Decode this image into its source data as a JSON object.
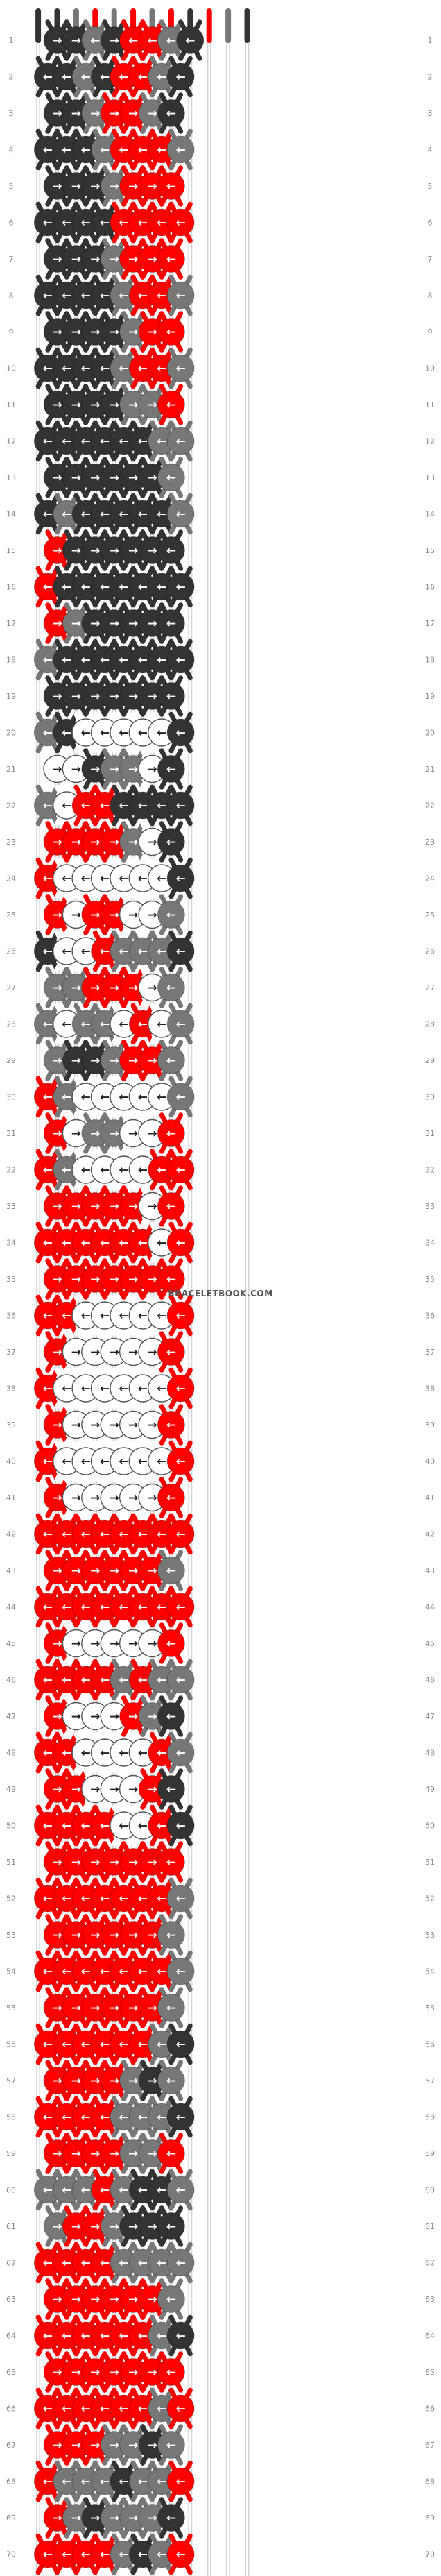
{
  "colors": {
    "a": "#333333",
    "b": "#777777",
    "c": "#ff0000",
    "d": "#ffffff"
  },
  "strings_top": "aabcbcbcacba",
  "row_labels": [
    "1",
    "2",
    "3",
    "4",
    "5",
    "6",
    "7",
    "8",
    "9",
    "10",
    "11",
    "12",
    "13",
    "14",
    "15",
    "16",
    "17",
    "18",
    "19",
    "20",
    "21",
    "22",
    "23",
    "24",
    "25",
    "26",
    "27",
    "28",
    "29",
    "30",
    "31",
    "32",
    "33",
    "34",
    "35",
    "36",
    "37",
    "38",
    "39",
    "40",
    "41",
    "42",
    "43",
    "44",
    "45",
    "46",
    "47",
    "48",
    "49",
    "50",
    "51",
    "52",
    "53",
    "54",
    "55",
    "56",
    "57",
    "58",
    "59",
    "60",
    "61",
    "62",
    "63",
    "64",
    "65",
    "66",
    "67",
    "68",
    "69",
    "70"
  ],
  "watermark": "BRACELETBOOK.COM",
  "knots": [
    "a>a>b<a>c<c<b<a",
    "a<a<b<a<c<c<b<a<",
    "a>a>b>c>c>b>a",
    "a<a<a<b<c<c<c<b",
    "a>a>a>b>c>c>c",
    "a<a<a<a<c<c<c<c",
    "a>a>a>b>c>c>c",
    "a<a<a<a<b<c<c<b",
    "a>a>a>a>b>c>c",
    "a<a<a<a<b<c<c<b",
    "a>a>a>a>b>b>c",
    "a<a<a<a<a<a<b<b",
    "a>a>a>a>a>a>b",
    "a<b<a<a<a<a<a<b",
    "c>a>a>a>a>a>a",
    "c<a<a<a<a<a<a<a<",
    "c>b>a>a>a>a>a",
    "b<a<a<a<a<a<a<a<",
    "a>a>a>a>a>a>a",
    "b<a<d<d<d<d<d<a<",
    "d>d>a>b>b>d>a",
    "b<d<c<c<a<a<a<a<",
    "c>c>c>c>b>d>a",
    "c<d<d<d<d<d<d<a<",
    "c>d>c>c>d>d>b",
    "a<d<d<c<b<b<b<a<",
    "b>b>c>c>c>d>b",
    "b<d<b<b<d<c<d<b<",
    "b>a>a>b>c>c>b",
    "c<b<d<d<d<d<d<b<",
    "c>d>b>b>d>d>c",
    "c<b<d<d<d<d<c<c<",
    "c>c>c>c>c>d>c",
    "c<c<c<c<c<c<d<c<",
    "c>c>c>c>c>c>c",
    "c<c<d<d<d<d<d<c<",
    "c>d>d>d>d>d>c",
    "c<d<d<d<d<d<d<c<",
    "c>d>d>d>d>d>c",
    "c<d<d<d<d<d<d<c<",
    "c>d>d>d>d>d>c",
    "c<c<c<c<c<c<c<c<",
    "c>c>c>c>c>c>b",
    "c<c<c<c<c<c<c<c<",
    "c>d>d>d>d>d>c",
    "c<c<c<c<b<c<b<b<",
    "c>d>d>d>c>b>a",
    "c<c<d<d<d<d<c<b<",
    "c>c>d>d>d>c>a",
    "c<c<c<c<d<d<c<a<",
    "c>c>c>c>c>c>c",
    "c<c<c<c<c<c<c<b<",
    "c>c>c>c>c>c>b",
    "c<c<c<c<c<c<c<b<",
    "c>c>c>c>c>c>b",
    "c<c<c<c<c<c<b<a<",
    "c>c>c>c>b>a>b",
    "c<c<c<c<b<b<b<a<",
    "c>c>c>c>b>b>c",
    "b<b<b<c<b<a<a<b<",
    "b>c>c>b>a>a>a",
    "c<c<c<c<b<b<b<b<",
    "c>c>c>c>c>c>b",
    "c<c<c<c<c<c<b<a<",
    "c>c>c>c>c>c>c",
    "c<c<c<c<c<c<b<c<",
    "c>c>c>b>b>a>b",
    "c<b<b<b<a<b<b<c<",
    "c>b>a>b>b>b>a",
    "c<c<c<c<b<a<b<c<"
  ]
}
